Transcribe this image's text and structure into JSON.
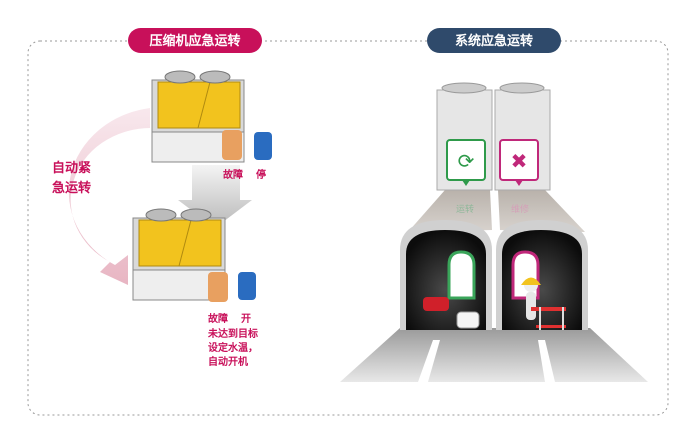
{
  "left_panel": {
    "title": "压缩机应急运转",
    "arc_label_line1": "自动紧",
    "arc_label_line2": "急运转",
    "top_unit": {
      "fault_label": "故障",
      "stop_label": "停"
    },
    "bottom_unit": {
      "fault_label": "故障",
      "on_label": "开"
    },
    "note_lines": [
      "未达到目标",
      "设定水温，",
      "自动开机"
    ]
  },
  "right_panel": {
    "title": "系统应急运转",
    "left_beam_label": "运转",
    "right_beam_label": "维修"
  },
  "colors": {
    "left_accent": "#c8105a",
    "right_accent": "#2f4a6b",
    "run_green": "#2e9a4a",
    "repair_magenta": "#c0287a",
    "unit_yellow": "#f2c31e"
  }
}
